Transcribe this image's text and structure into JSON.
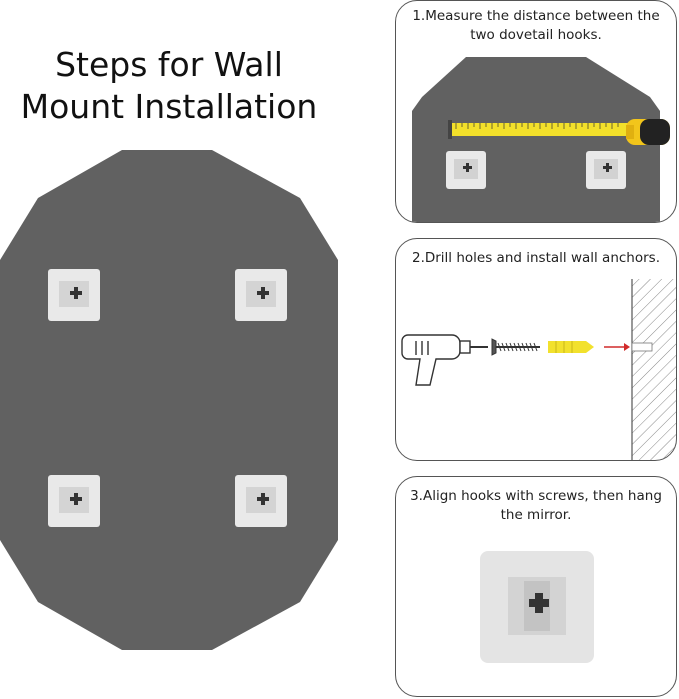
{
  "title": {
    "line1": "Steps for Wall",
    "line2": "Mount Installation"
  },
  "steps": [
    {
      "line1": "1.Measure the distance between the",
      "line2": "two dovetail hooks."
    },
    {
      "line1": "2.Drill holes and install wall anchors.",
      "line2": ""
    },
    {
      "line1": "3.Align hooks with screws, then hang",
      "line2": "the mirror."
    }
  ],
  "colors": {
    "mirror_gray": "#616161",
    "hook_plate": "#e9e9e9",
    "tape_yellow": "#f3e02a",
    "anchor_yellow": "#f2e12d",
    "arrow_red": "#d12b2b"
  }
}
